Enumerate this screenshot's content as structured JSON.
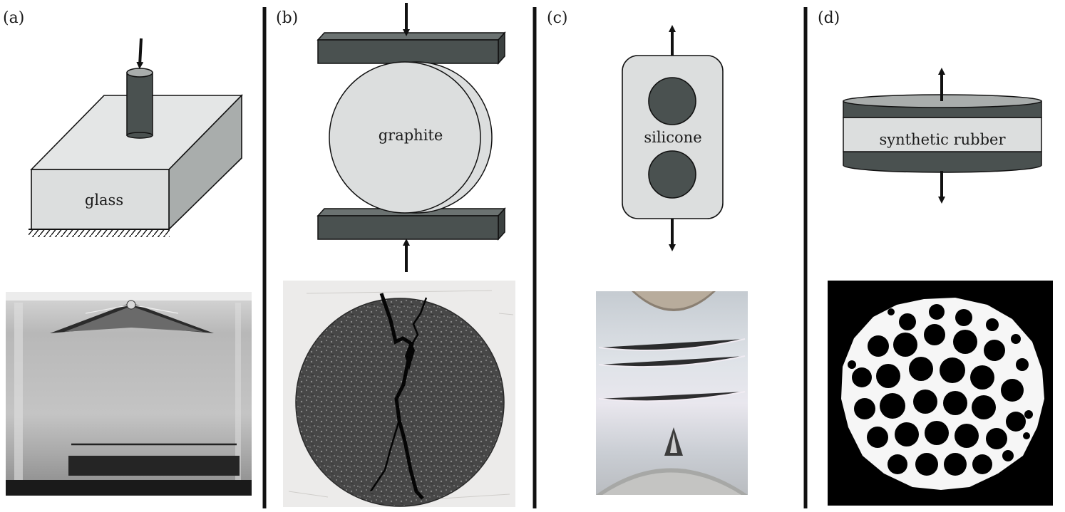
{
  "panels": [
    {
      "id": "a",
      "label": "(a)",
      "material": "glass"
    },
    {
      "id": "b",
      "label": "(b)",
      "material": "graphite"
    },
    {
      "id": "c",
      "label": "(c)",
      "material": "silicone"
    },
    {
      "id": "d",
      "label": "(d)",
      "material": "synthetic rubber"
    }
  ],
  "colors": {
    "dark": "#4a5150",
    "light": "#dcdede",
    "mid": "#a9adac",
    "stroke": "#111111",
    "lightgray": "#c9cccb"
  }
}
